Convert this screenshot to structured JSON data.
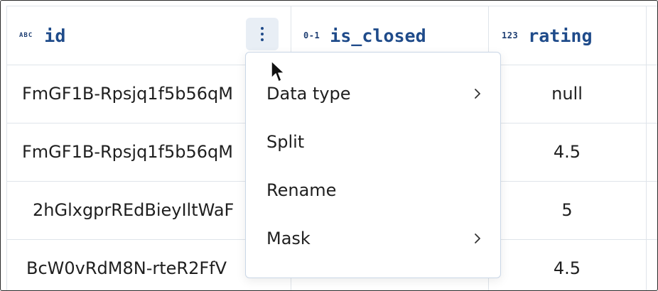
{
  "columns": [
    {
      "type_badge": "ABC",
      "name": "id"
    },
    {
      "type_badge": "0-1",
      "name": "is_closed"
    },
    {
      "type_badge": "123",
      "name": "rating"
    }
  ],
  "rows": [
    {
      "id": "FmGF1B-Rpsjq1f5b56qM",
      "rating": "null"
    },
    {
      "id": "FmGF1B-Rpsjq1f5b56qM",
      "rating": "4.5"
    },
    {
      "id": "2hGlxgprREdBieyIltWaF",
      "rating": "5"
    },
    {
      "id": "BcW0vRdM8N-rteR2FfV",
      "rating": "4.5"
    }
  ],
  "context_menu": {
    "items": [
      {
        "label": "Data type",
        "has_submenu": true
      },
      {
        "label": "Split",
        "has_submenu": false
      },
      {
        "label": "Rename",
        "has_submenu": false
      },
      {
        "label": "Mask",
        "has_submenu": true
      }
    ]
  },
  "icons": {
    "kebab": "kebab-menu-icon",
    "chevron": "chevron-right-icon",
    "cursor": "mouse-pointer-icon"
  },
  "colors": {
    "header_text": "#1f4b8a",
    "type_badge": "#1f3f73",
    "grid_line": "#dfe4ea",
    "menu_border": "#c9d6e6",
    "kebab_bg": "#e8eef5"
  }
}
